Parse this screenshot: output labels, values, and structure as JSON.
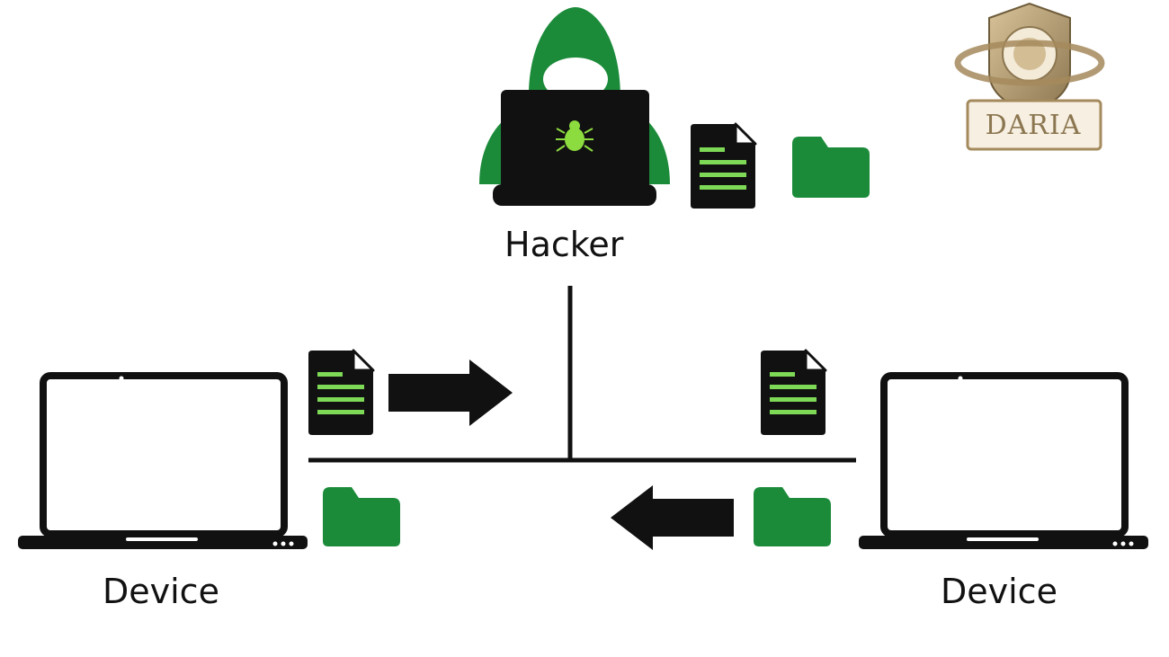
{
  "nodes": {
    "hacker": {
      "label": "Hacker"
    },
    "device_left": {
      "label": "Device"
    },
    "device_right": {
      "label": "Device"
    }
  },
  "logo": {
    "text": "DARIA"
  },
  "colors": {
    "accent_green": "#1b8b3a",
    "bug_green": "#8ddc3f",
    "doc_line_green": "#7ed957",
    "dark": "#111111",
    "logo_gold": "#8b7650"
  },
  "icons": [
    "hacker-icon",
    "bug-icon",
    "document-icon",
    "folder-icon",
    "arrow-right-icon",
    "arrow-left-icon",
    "laptop-icon"
  ]
}
